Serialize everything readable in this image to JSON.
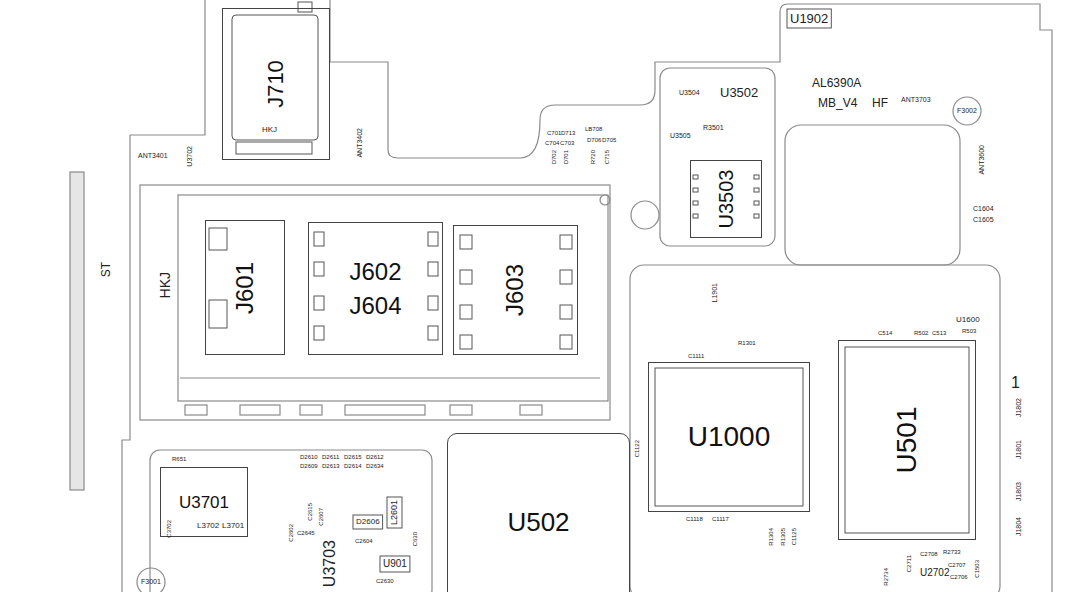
{
  "diagram": {
    "nodes": [
      {
        "text": [
          "J710"
        ]
      },
      {
        "text": [
          "J601"
        ]
      },
      {
        "text": [
          "J602",
          "J604"
        ]
      },
      {
        "text": [
          "J603"
        ]
      },
      {
        "text": [
          "U3503"
        ]
      },
      {
        "text": [
          "U1000"
        ]
      },
      {
        "text": [
          "U501"
        ]
      },
      {
        "text": [
          "U502"
        ]
      },
      {
        "text": [
          "U3701"
        ]
      }
    ],
    "labels": [
      "U1902",
      "AL6390A",
      "MB_V4",
      "HF",
      "F3002",
      "ANT3703",
      "ANT3600",
      "U3502",
      "U3504",
      "R3501",
      "U3505",
      "ANT3401",
      "U3702",
      "ANT3402",
      "HKJ",
      "C701",
      "D713",
      "C704",
      "C703",
      "LB708",
      "D706",
      "D702",
      "D701",
      "D705",
      "R720",
      "C715",
      "ST",
      "HKJ",
      "C1604",
      "C1605",
      "1",
      "J1802",
      "J1801",
      "J1803",
      "J1804",
      "U1600",
      "R502",
      "C513",
      "R503",
      "C514",
      "L1901",
      "R1301",
      "C1111",
      "C1122",
      "C1118",
      "C1117",
      "R1304",
      "R1305",
      "C1125",
      "U2702",
      "C2708",
      "R2733",
      "C2707",
      "C2706",
      "C2711",
      "R2734",
      "C1503",
      "R651",
      "L3702",
      "L3701",
      "C3702",
      "D2610",
      "D2611",
      "D2615",
      "D2612",
      "D2609",
      "D2613",
      "D2614",
      "D2634",
      "C2602",
      "C2645",
      "C2615",
      "C2607",
      "C2604",
      "D2606",
      "L2601",
      "U3703",
      "U901",
      "C630",
      "C2630",
      "F3001"
    ]
  }
}
